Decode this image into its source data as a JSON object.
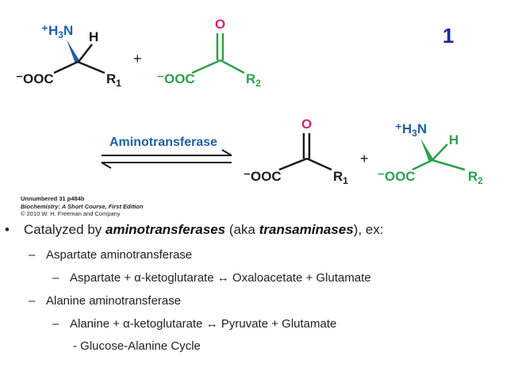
{
  "slide_number": "1",
  "reaction": {
    "r1_ammonium": "+H3N",
    "r1_h": "H",
    "r1_carboxylate": "-OOC",
    "r1_r": "R1",
    "plus1": "+",
    "r2_oxygen": "O",
    "r2_carboxylate": "-OOC",
    "r2_r": "R2",
    "enzyme": "Aminotransferase",
    "p1_oxygen": "O",
    "p1_carboxylate": "-OOC",
    "p1_r": "R1",
    "plus2": "+",
    "p2_ammonium": "+H3N",
    "p2_h": "H",
    "p2_carboxylate": "-OOC",
    "p2_r": "R2"
  },
  "credit": {
    "line1": "Unnumbered 31 p484b",
    "line2": "Biochemistry: A Short Course, First Edition",
    "line3": "© 2010 W. H. Freeman and Company"
  },
  "bullets": {
    "main_prefix": "Catalyzed by ",
    "main_term1": "aminotransferases",
    "main_mid": " (aka ",
    "main_term2": "transaminases",
    "main_suffix": "), ex:",
    "sub1": "Aspartate aminotransferase",
    "sub1_reaction": "Aspartate  + α-ketoglutarate ↔ Oxaloacetate + Glutamate",
    "sub2": "Alanine aminotransferase",
    "sub2_reaction": "Alanine + α-ketoglutarate ↔ Pyruvate + Glutamate",
    "sub2_note": "- Glucose-Alanine Cycle"
  },
  "colors": {
    "molecule_black": "#1a1a1a",
    "molecule_blue": "#1e5fa8",
    "molecule_green": "#2ea04a",
    "oxygen_magenta": "#d6246e",
    "slide_number": "#1a2b9c"
  }
}
